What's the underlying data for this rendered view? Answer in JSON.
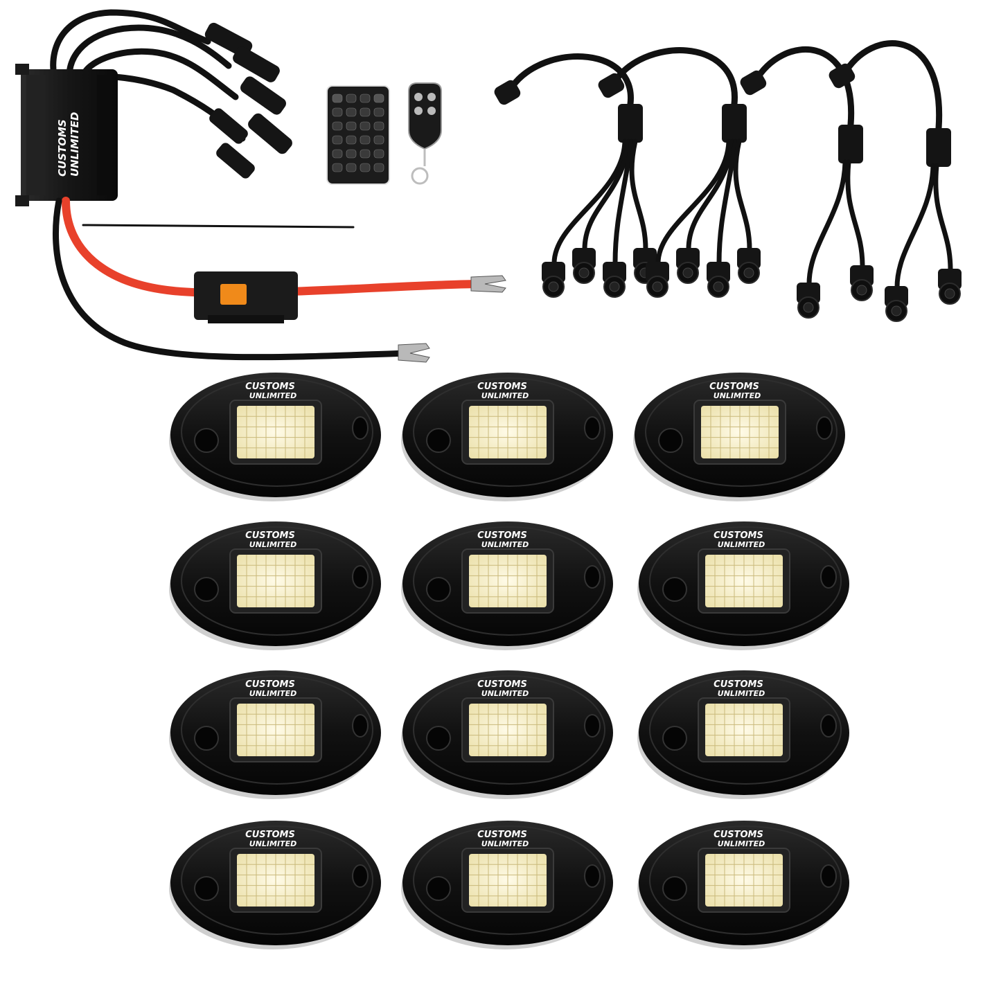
{
  "brand": {
    "line1": "CUSTOMS",
    "line2": "UNLIMITED"
  },
  "colors": {
    "background": "#ffffff",
    "housing": "#141414",
    "led_lit": "#f6ecc2",
    "wire_red": "#e8412b",
    "wire_black": "#111111",
    "fuse_lamp": "#f08a1a"
  },
  "icons": {
    "controller": "control-box-icon",
    "remote": "ir-remote-icon",
    "keyfob": "keyfob-remote-icon",
    "harness": "splitter-harness-icon",
    "pod": "rock-light-pod-icon"
  },
  "kit": {
    "controller_outputs": 4,
    "remote_buttons": 24,
    "splitters": [
      4,
      4,
      2,
      2
    ],
    "pod_rows": 4,
    "pod_columns": 3
  }
}
